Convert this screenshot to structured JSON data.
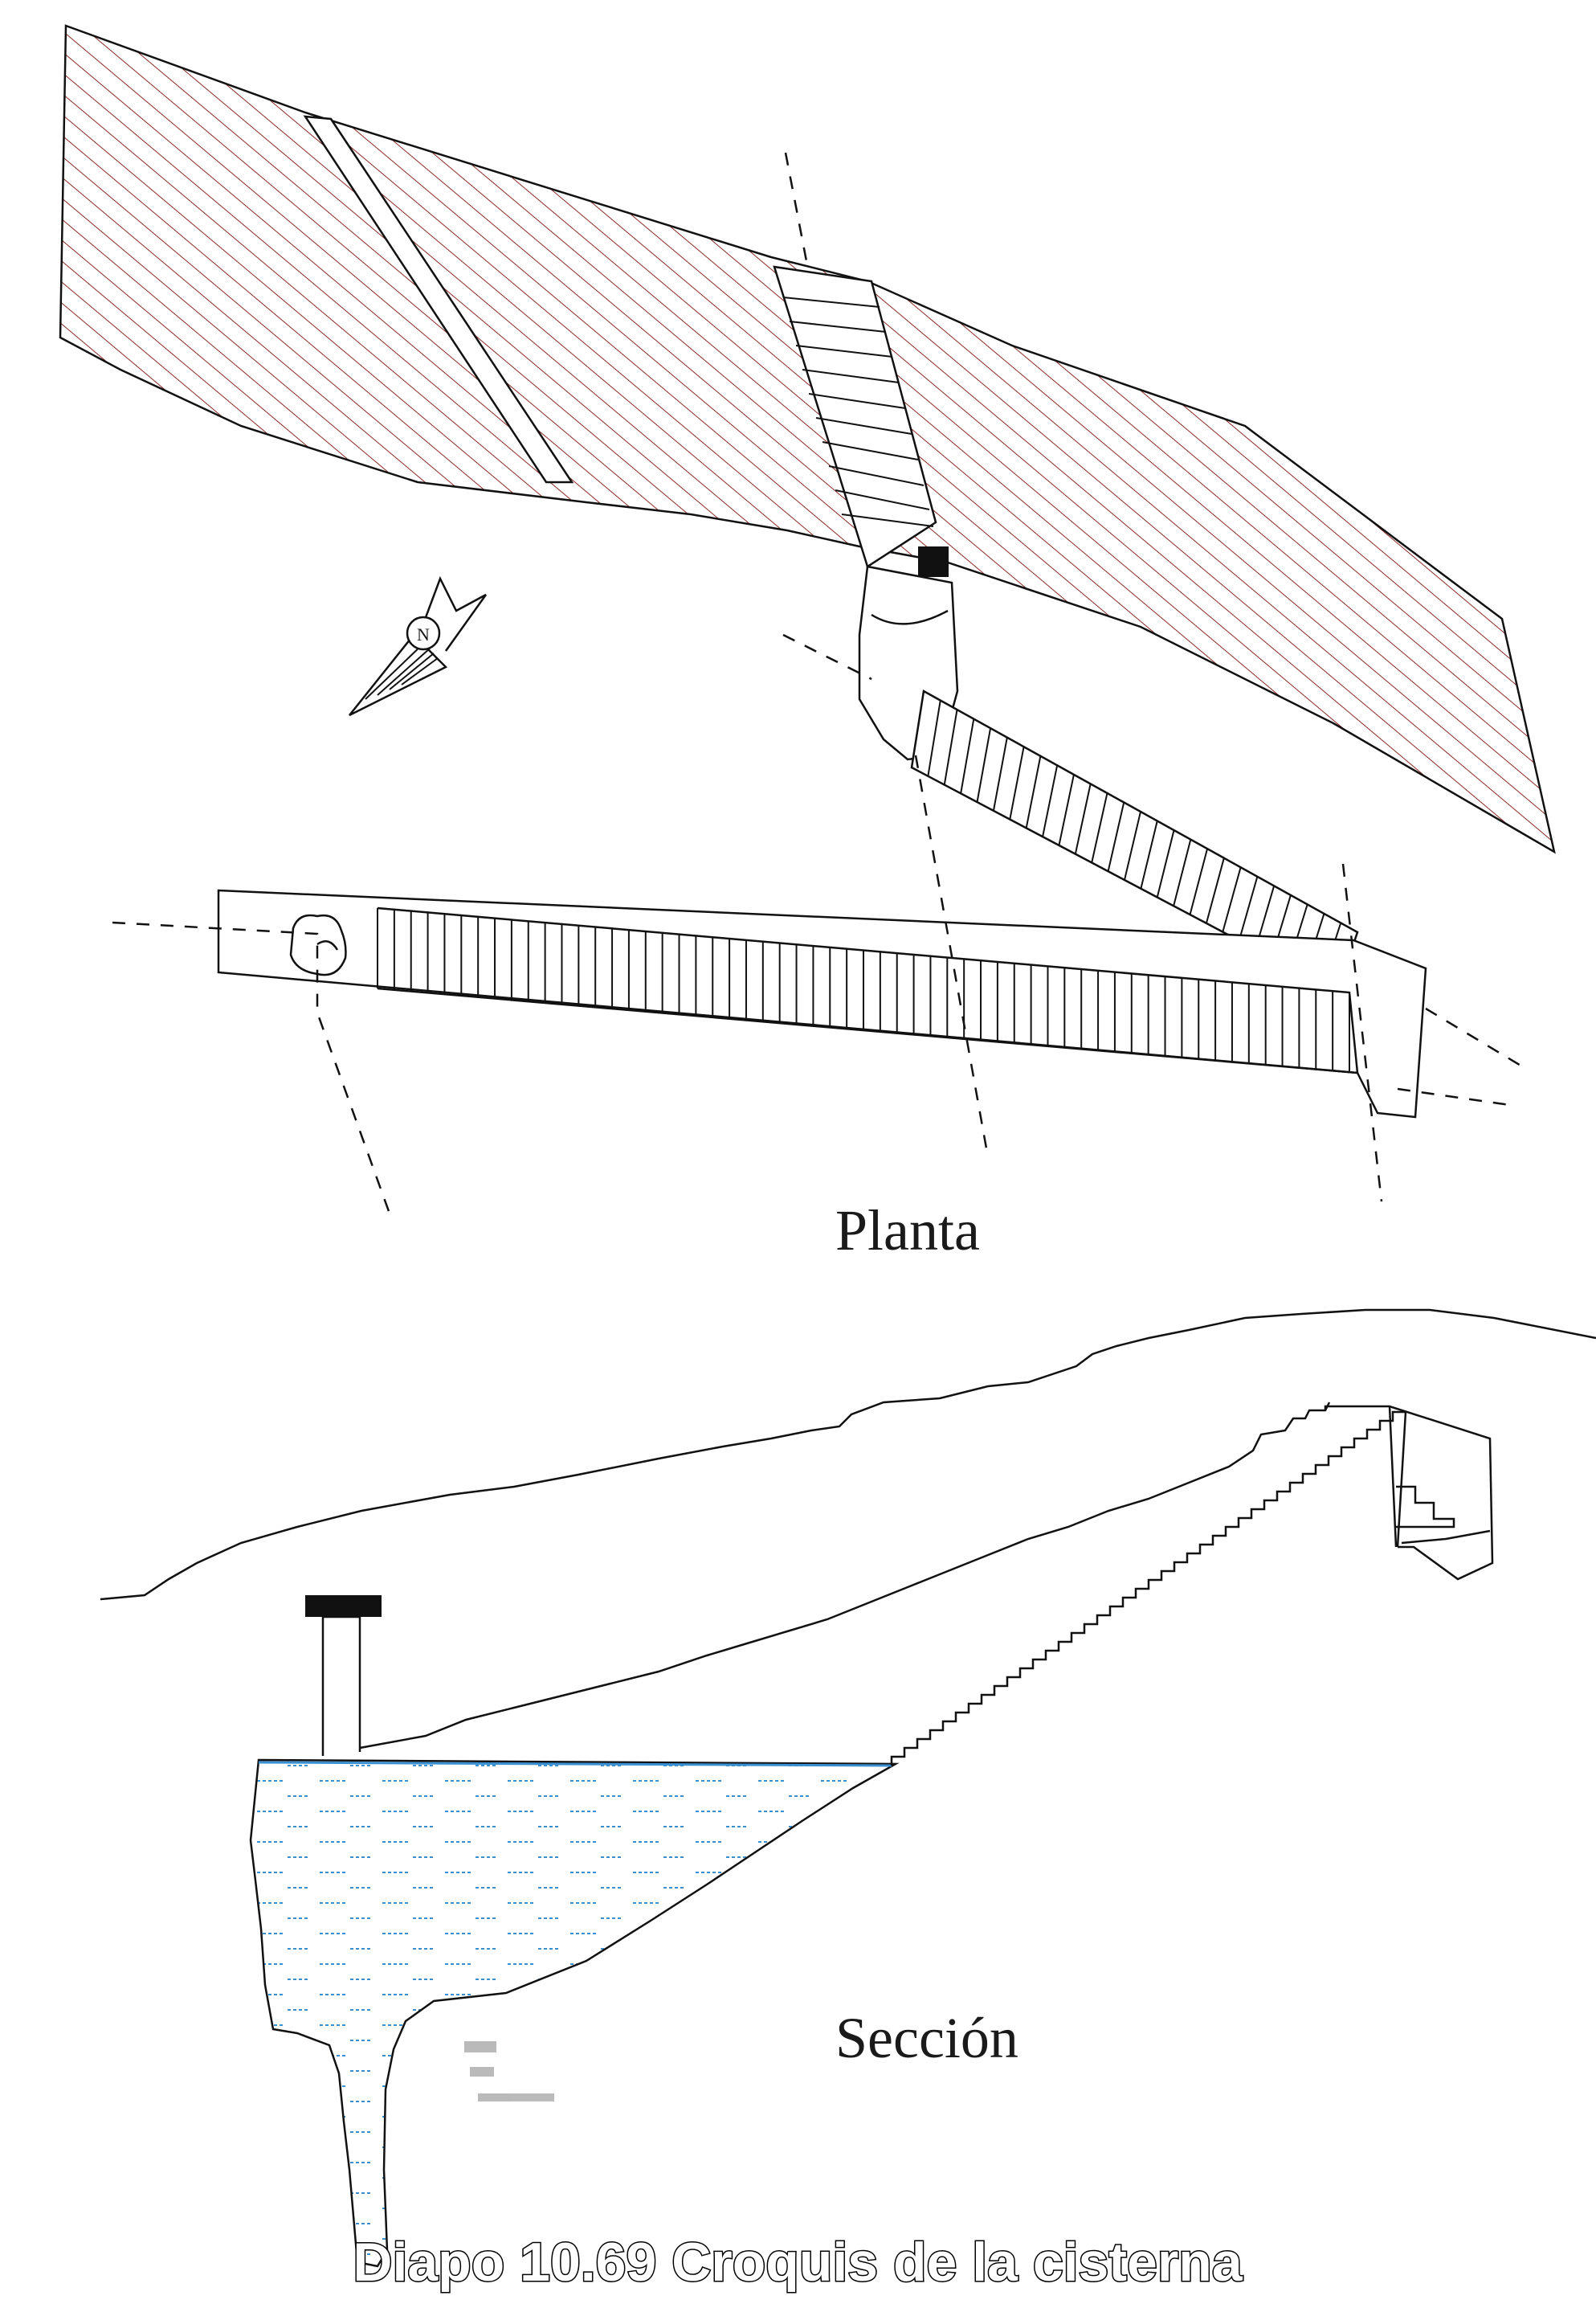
{
  "labels": {
    "plan": "Planta",
    "section": "Sección",
    "north": "N"
  },
  "caption": "Diapo 10.69 Croquis de la cisterna",
  "colors": {
    "rock_hatch": "#8b2a25",
    "water": "#3a8fd0",
    "line": "#111111",
    "caption_fill": "#ffffff",
    "caption_stroke": "#000000"
  },
  "icons": {
    "compass": "north-arrow-icon"
  }
}
